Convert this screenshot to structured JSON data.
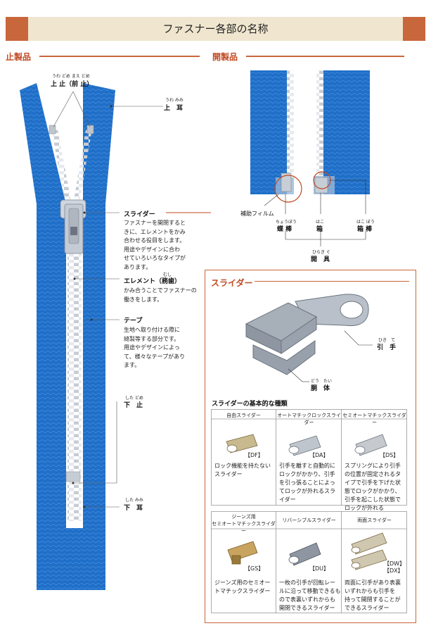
{
  "header": {
    "title": "ファスナー各部の名称"
  },
  "sections": {
    "closed": "止製品",
    "open": "開製品"
  },
  "left_labels": {
    "top_stop_ruby": "うわ どめ  まえ どめ",
    "top_stop": "上 止（前 止）",
    "top_tape_ruby": "うわ みみ",
    "top_tape": "上　耳",
    "slider": "スライダー",
    "slider_desc": [
      "ファスナーを開閉すると",
      "きに、エレメントをかみ",
      "合わせる役目をします。",
      "用途やデザインに合わ",
      "せていろいろなタイプが",
      "あります。"
    ],
    "element_ruby": "むし",
    "element": "エレメント（務歯）",
    "element_desc": [
      "かみ合うことでファスナーの",
      "働きをします。"
    ],
    "tape": "テープ",
    "tape_desc": [
      "生地へ取り付ける際に",
      "縫製等する部分です。",
      "用途やデザインによっ",
      "て、様々なテープがあり",
      "ます。"
    ],
    "bottom_stop_ruby": "した  どめ",
    "bottom_stop": "下　止",
    "bottom_tape_ruby": "した  みみ",
    "bottom_tape": "下　耳"
  },
  "open_labels": {
    "film": "補助フィルム",
    "pin_ruby": "ちょうぼう",
    "pin": "蝶 棒",
    "box_ruby": "はこ",
    "box": "箱",
    "boxpin_ruby": "はこ  ぼう",
    "boxpin": "箱 棒",
    "opener_ruby": "ひらき  ぐ",
    "opener": "開　具"
  },
  "slider_box": {
    "title": "スライダー",
    "pull_ruby": "ひき　て",
    "pull": "引　手",
    "body_ruby": "どう　たい",
    "body": "胴　体",
    "types_title": "スライダーの基本的な種類",
    "types": [
      {
        "name": "自由スライダー",
        "code": "【DF】",
        "desc": [
          "ロック機能を持たない",
          "スライダー"
        ]
      },
      {
        "name": "オートマチックロックスライダー",
        "code": "【DA】",
        "desc": [
          "引手を離すと自動的に",
          "ロックがかかり、引手",
          "を引っ張ることによっ",
          "てロックが外れるスラ",
          "イダー"
        ]
      },
      {
        "name": "セミオートマチックスライダー",
        "code": "【DS】",
        "desc": [
          "スプリングにより引手",
          "の位置が固定されるタ",
          "イプで引手を下げた状",
          "態でロックがかかり、",
          "引手を起こした状態で",
          "ロックが外れる"
        ]
      },
      {
        "name": "ジーンズ用\nセミオートマチックスライダー",
        "code": "【GS】",
        "desc": [
          "ジーンズ用のセミオー",
          "トマチックスライダー"
        ]
      },
      {
        "name": "リバーシブルスライダー",
        "code": "【DU】",
        "desc": [
          "一枚の引手が回転レー",
          "ルに沿って移動できるも",
          "ので表裏いずれからも",
          "開閉できるスライダー"
        ]
      },
      {
        "name": "両面スライダー",
        "code": "【DW】\n【DX】",
        "desc": [
          "両面に引手があり表裏",
          "いずれからも引手を",
          "持って開閉することが",
          "できるスライダー"
        ]
      }
    ]
  },
  "colors": {
    "accent": "#c8673c",
    "band": "#f0e6cf",
    "tape": "#1f6fc8",
    "element": "#d6dbe1"
  }
}
